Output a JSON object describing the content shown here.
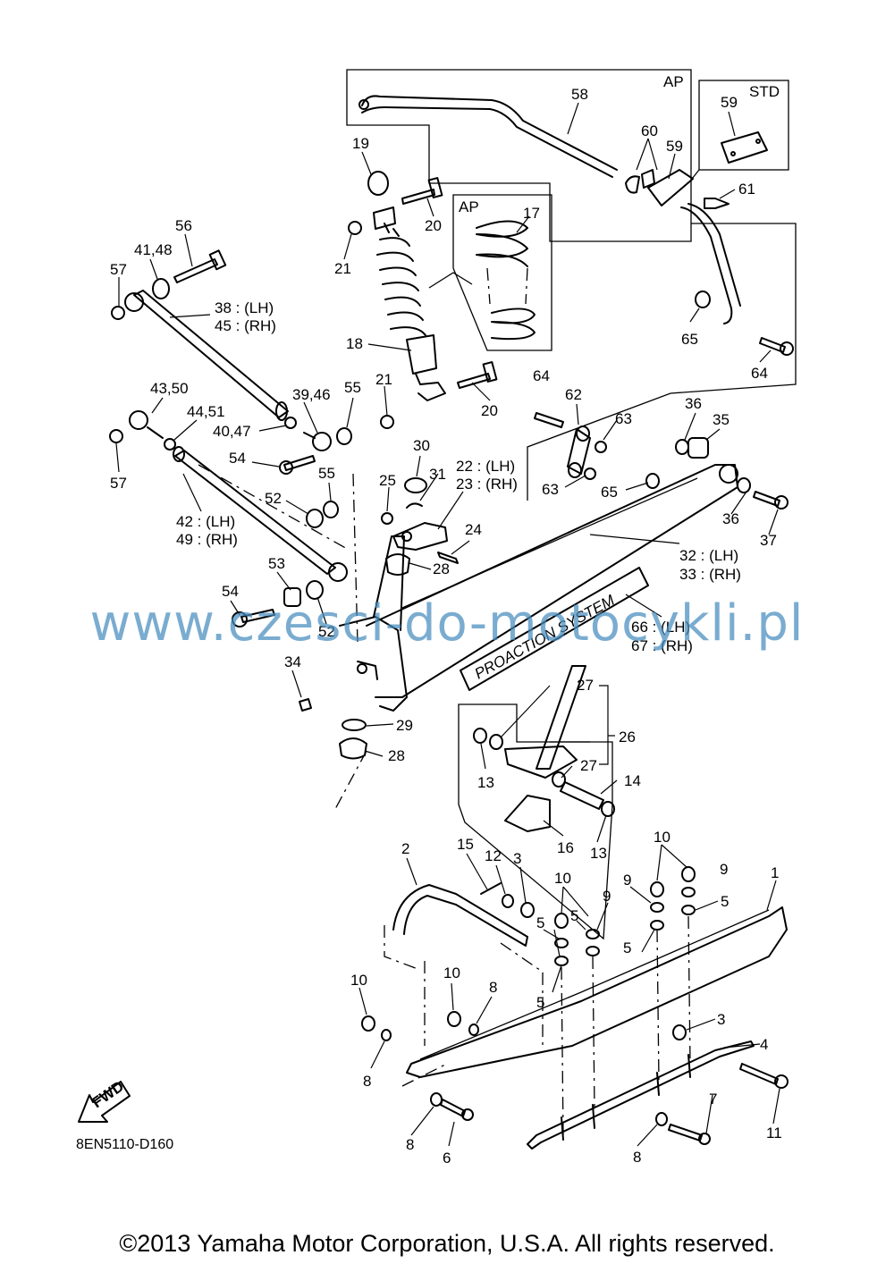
{
  "boxes": {
    "ap_top": "AP",
    "ap_spring": "AP",
    "std": "STD"
  },
  "brand_text": "PROACTION SYSTEM",
  "fwd_text": "FWD",
  "diagram_code": "8EN5110-D160",
  "watermark": "www.czesci-do-motocykli.pl",
  "copyright": "©2013 Yamaha Motor Corporation, U.S.A. All rights reserved.",
  "callouts": {
    "c58": "58",
    "c60": "60",
    "c59a": "59",
    "c59b": "59",
    "c61": "61",
    "c19": "19",
    "c20a": "20",
    "c17": "17",
    "c21a": "21",
    "c56": "56",
    "c4148": "41,48",
    "c57a": "57",
    "c38": "38 : (LH)",
    "c45": "45 : (RH)",
    "c18": "18",
    "c65a": "65",
    "c64a": "64",
    "c64b": "64",
    "c4350": "43,50",
    "c4451": "44,51",
    "c3946": "39,46",
    "c55a": "55",
    "c21b": "21",
    "c20b": "20",
    "c4047": "40,47",
    "c57b": "57",
    "c54a": "54",
    "c62": "62",
    "c63a": "63",
    "c36a": "36",
    "c35": "35",
    "c30": "30",
    "c31": "31",
    "c22": "22 : (LH)",
    "c23": "23 : (RH)",
    "c25": "25",
    "c55b": "55",
    "c52a": "52",
    "c63b": "63",
    "c65b": "65",
    "c42": "42 : (LH)",
    "c49": "49 : (RH)",
    "c24": "24",
    "c36b": "36",
    "c37": "37",
    "c32": "32 : (LH)",
    "c33": "33 : (RH)",
    "c53": "53",
    "c28a": "28",
    "c54b": "54",
    "c66": "66 : (LH)",
    "c67": "67 : (RH)",
    "c52b": "52",
    "c34": "34",
    "c29": "29",
    "c27a": "27",
    "c26": "26",
    "c28b": "28",
    "c13a": "13",
    "c27b": "27",
    "c14": "14",
    "c16": "16",
    "c13b": "13",
    "c10a": "10",
    "c2": "2",
    "c15": "15",
    "c12": "12",
    "c3a": "3",
    "c9a": "9",
    "c1": "1",
    "c10b": "10",
    "c9b": "9",
    "c9c": "9",
    "c5a": "5",
    "c5b": "5",
    "c5c": "5",
    "c5d": "5",
    "c10c": "10",
    "c10d": "10",
    "c8a": "8",
    "c3b": "3",
    "c4": "4",
    "c8b": "8",
    "c7": "7",
    "c8c": "8",
    "c6": "6",
    "c8d": "8",
    "c11": "11"
  }
}
